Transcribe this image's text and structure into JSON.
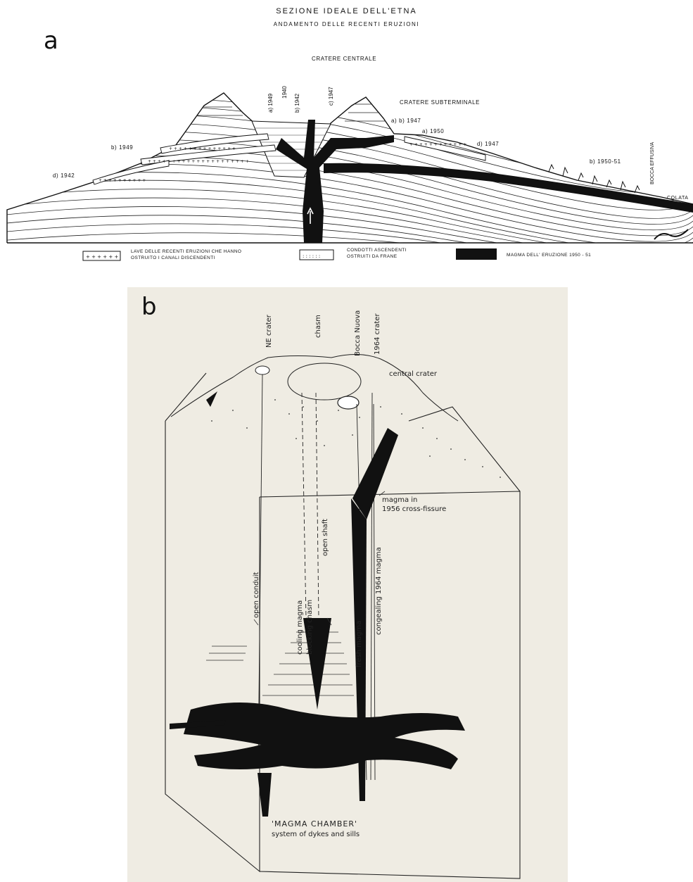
{
  "panel_a": {
    "letter": "a",
    "title": "SEZIONE IDEALE DELL'ETNA",
    "subtitle": "ANDAMENTO DELLE RECENTI ERUZIONI",
    "labels": {
      "central_crater": "CRATERE CENTRALE",
      "subterminal_crater": "CRATERE SUBTERMINALE",
      "c1949": "a) 1949",
      "c1940": "1940",
      "c1942": "b) 1942",
      "c1947": "c) 1947",
      "ab1947": "a) b) 1947",
      "a1950": "a) 1950",
      "d1947": "d) 1947",
      "b1949": "b) 1949",
      "d1942": "d) 1942",
      "b1950_51": "b) 1950-51",
      "bocca": "BOCCA EFFUSIVA",
      "colata": "COLATA"
    },
    "legend": [
      {
        "line1": "LAVE DELLE RECENTI ERUZIONI CHE HANNO",
        "line2": "OSTRUITO I CANALI DISCENDENTI"
      },
      {
        "line1": "CONDOTTI ASCENDENTI",
        "line2": "OSTRUITI DA FRANE"
      },
      {
        "line1": "MAGMA DELL' ERUZIONE 1950 - 51",
        "line2": ""
      }
    ]
  },
  "panel_b": {
    "letter": "b",
    "labels": {
      "ne_crater": "NE crater",
      "chasm": "chasm",
      "bocca_nuova": "Bocca Nuova",
      "crater_1964": "1964 crater",
      "central_crater": "central crater",
      "magma_1956_1": "magma in",
      "magma_1956_2": "1956 cross-fissure",
      "open_conduit": "open conduit",
      "cooling_magma": "cooling magma",
      "blocking_chasm": "blocking chasm",
      "open_shaft": "open shaft",
      "fresh_magma": "fresh magma",
      "congealing": "congealing 1964 magma",
      "chamber_title": "'MAGMA CHAMBER'",
      "chamber_sub": "system of dykes and sills"
    }
  },
  "colors": {
    "ink": "#111111",
    "paper_b": "#efece3"
  }
}
